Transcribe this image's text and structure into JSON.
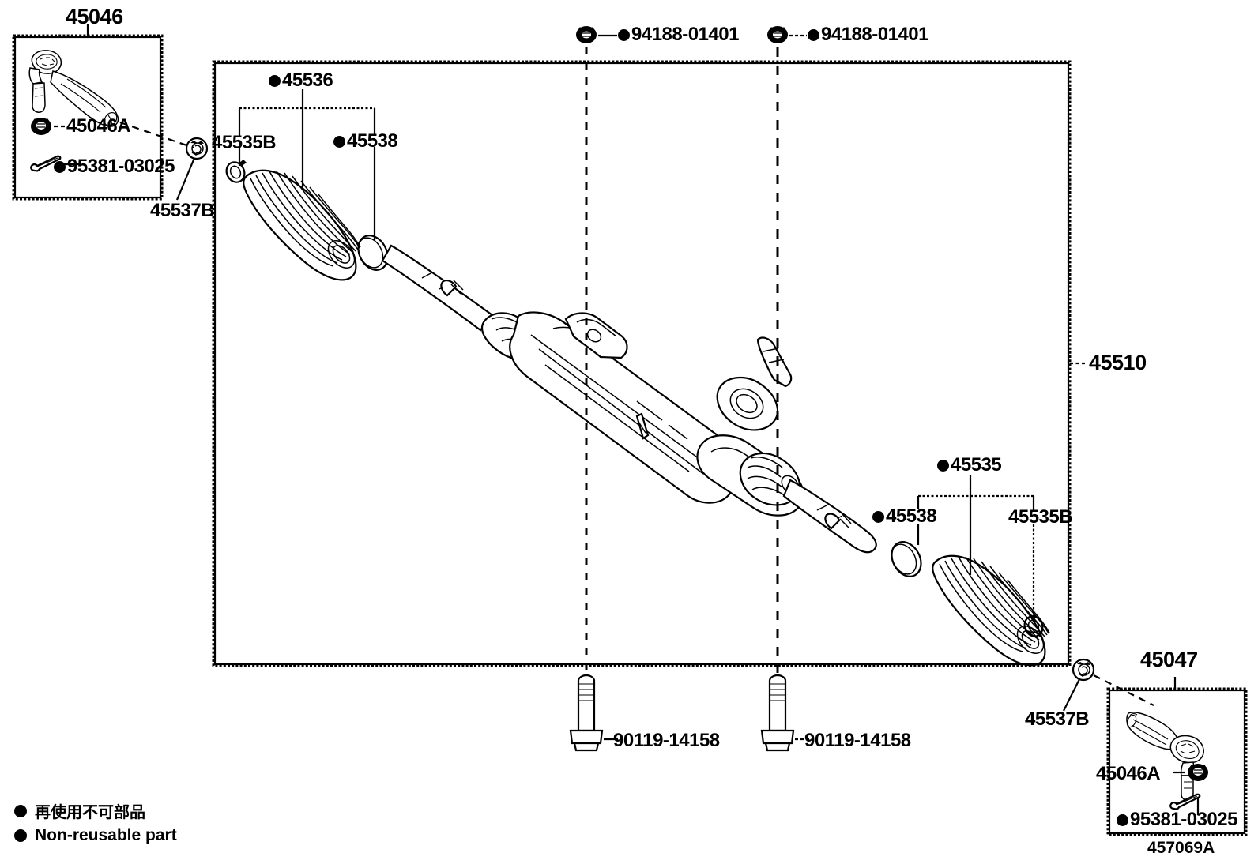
{
  "diagram": {
    "id_code": "457069A",
    "title_ref": "45510"
  },
  "legend": {
    "jp_text": "再使用不可部品",
    "en_text": "Non-reusable part",
    "bullet_meaning": "non-reusable-part-marker"
  },
  "main_box": {
    "callout_label": "45510"
  },
  "inset_left": {
    "title": "45046",
    "parts": [
      {
        "label": "45046A",
        "bullet": false,
        "icon": "castle-nut-icon"
      },
      {
        "label": "95381-03025",
        "bullet": true,
        "icon": "cotter-pin-icon"
      }
    ],
    "main_icon": "tie-rod-end-icon"
  },
  "inset_right": {
    "title": "45047",
    "parts": [
      {
        "label": "45046A",
        "bullet": false,
        "icon": "castle-nut-icon"
      },
      {
        "label": "95381-03025",
        "bullet": true,
        "icon": "cotter-pin-icon"
      }
    ],
    "main_icon": "tie-rod-end-icon"
  },
  "callouts": [
    {
      "label": "45046",
      "bullet": false,
      "name": "callout-45046-inset-title"
    },
    {
      "label": "45537B",
      "bullet": false,
      "name": "callout-45537b-left"
    },
    {
      "label": "45535B",
      "bullet": false,
      "name": "callout-45535b-left"
    },
    {
      "label": "45536",
      "bullet": true,
      "name": "callout-45536"
    },
    {
      "label": "45538",
      "bullet": true,
      "name": "callout-45538-left"
    },
    {
      "label": "94188-01401",
      "bullet": true,
      "name": "callout-94188-01401-left"
    },
    {
      "label": "94188-01401",
      "bullet": true,
      "name": "callout-94188-01401-right"
    },
    {
      "label": "45510",
      "bullet": false,
      "name": "callout-45510"
    },
    {
      "label": "45535",
      "bullet": true,
      "name": "callout-45535"
    },
    {
      "label": "45538",
      "bullet": true,
      "name": "callout-45538-right"
    },
    {
      "label": "45535B",
      "bullet": false,
      "name": "callout-45535b-right"
    },
    {
      "label": "90119-14158",
      "bullet": false,
      "name": "callout-90119-14158-left"
    },
    {
      "label": "90119-14158",
      "bullet": false,
      "name": "callout-90119-14158-right"
    },
    {
      "label": "45537B",
      "bullet": false,
      "name": "callout-45537b-right"
    },
    {
      "label": "45047",
      "bullet": false,
      "name": "callout-45047-inset-title"
    },
    {
      "label": "45046A",
      "bullet": false,
      "name": "callout-45046a-right"
    },
    {
      "label": "95381-03025",
      "bullet": true,
      "name": "callout-95381-03025-right"
    },
    {
      "label": "45046A",
      "bullet": false,
      "name": "callout-45046a-left"
    },
    {
      "label": "95381-03025",
      "bullet": true,
      "name": "callout-95381-03025-left"
    }
  ],
  "colors": {
    "line": "#000000",
    "background": "#ffffff"
  }
}
